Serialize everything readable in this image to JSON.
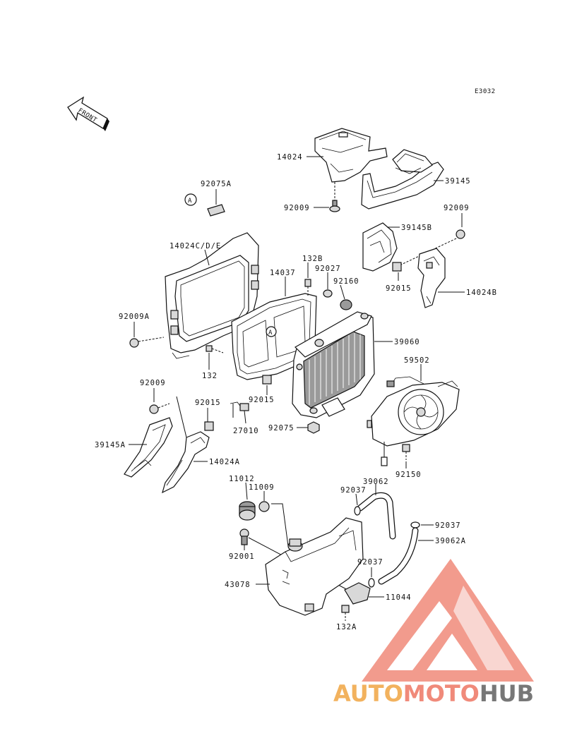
{
  "diagram": {
    "code": "E3032",
    "front_label": "FRONT",
    "ref_marker": "A",
    "labels": {
      "l14024": "14024",
      "l39145": "39145",
      "l92009_top": "92009",
      "l92075A": "92075A",
      "l92009_mid": "92009",
      "l39145B": "39145B",
      "l14024CDE": "14024C/D/E",
      "l132B": "132B",
      "l14037": "14037",
      "l92027": "92027",
      "l92160": "92160",
      "l92015_r": "92015",
      "l14024B": "14024B",
      "l92009A": "92009A",
      "l39060": "39060",
      "l132": "132",
      "l59502": "59502",
      "l92009_left": "92009",
      "l92015_mid": "92015",
      "l92015_c": "92015",
      "l27010": "27010",
      "l92075": "92075",
      "l39145A": "39145A",
      "l14024A": "14024A",
      "l92150": "92150",
      "l11012": "11012",
      "l11009": "11009",
      "l39062": "39062",
      "l92037_a": "92037",
      "l92037_b": "92037",
      "l39062A": "39062A",
      "l92001": "92001",
      "l92037_c": "92037",
      "l43078": "43078",
      "l11044": "11044",
      "l132A": "132A"
    }
  },
  "watermark": {
    "auto": "AUTO",
    "moto": "MOTO",
    "hub": "HUB",
    "color_triangle": "#f08a7a",
    "color_auto": "#f2b25e",
    "color_hub": "#777777"
  }
}
